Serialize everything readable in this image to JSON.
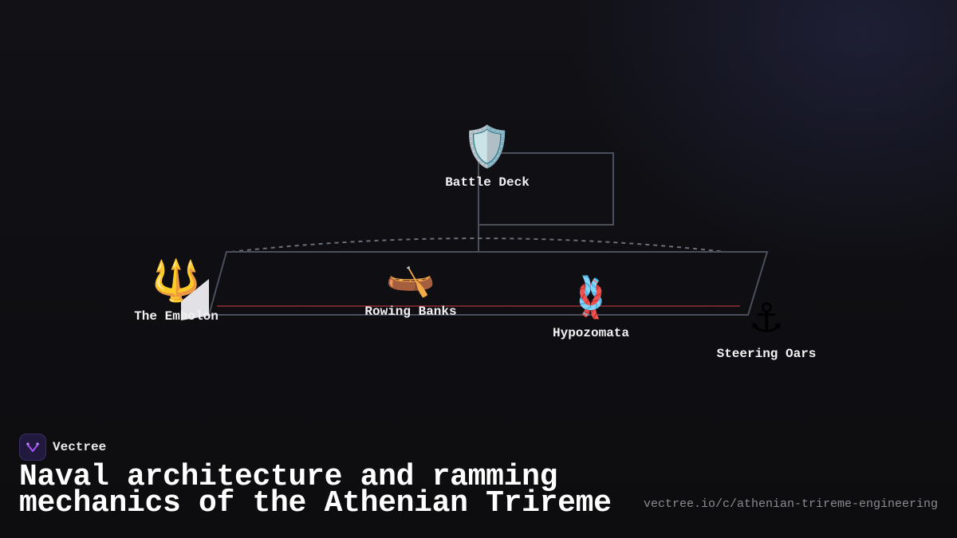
{
  "brand": {
    "name": "Vectree",
    "logo_color": "#a855f7"
  },
  "title": "Naval architecture and ramming mechanics of the Athenian Trireme",
  "url": "vectree.io/c/athenian-trireme-engineering",
  "nodes": {
    "battle_deck": {
      "label": "Battle Deck",
      "icon": "🛡️",
      "icon_name": "shield-icon"
    },
    "embolon": {
      "label": "The Embolon",
      "icon": "🔱",
      "icon_name": "trident-icon"
    },
    "rowing_banks": {
      "label": "Rowing Banks",
      "icon": "🛶",
      "icon_name": "canoe-icon"
    },
    "hypozomata": {
      "label": "Hypozomata",
      "icon": "🪢",
      "icon_name": "knot-icon"
    },
    "steering_oars": {
      "label": "Steering Oars",
      "icon": "⚓",
      "icon_name": "anchor-icon"
    }
  },
  "colors": {
    "hull_stroke": "#4a4f5c",
    "waterline": "#b0303a",
    "ram": "#e2e2e6",
    "background": "#0e0e12"
  }
}
